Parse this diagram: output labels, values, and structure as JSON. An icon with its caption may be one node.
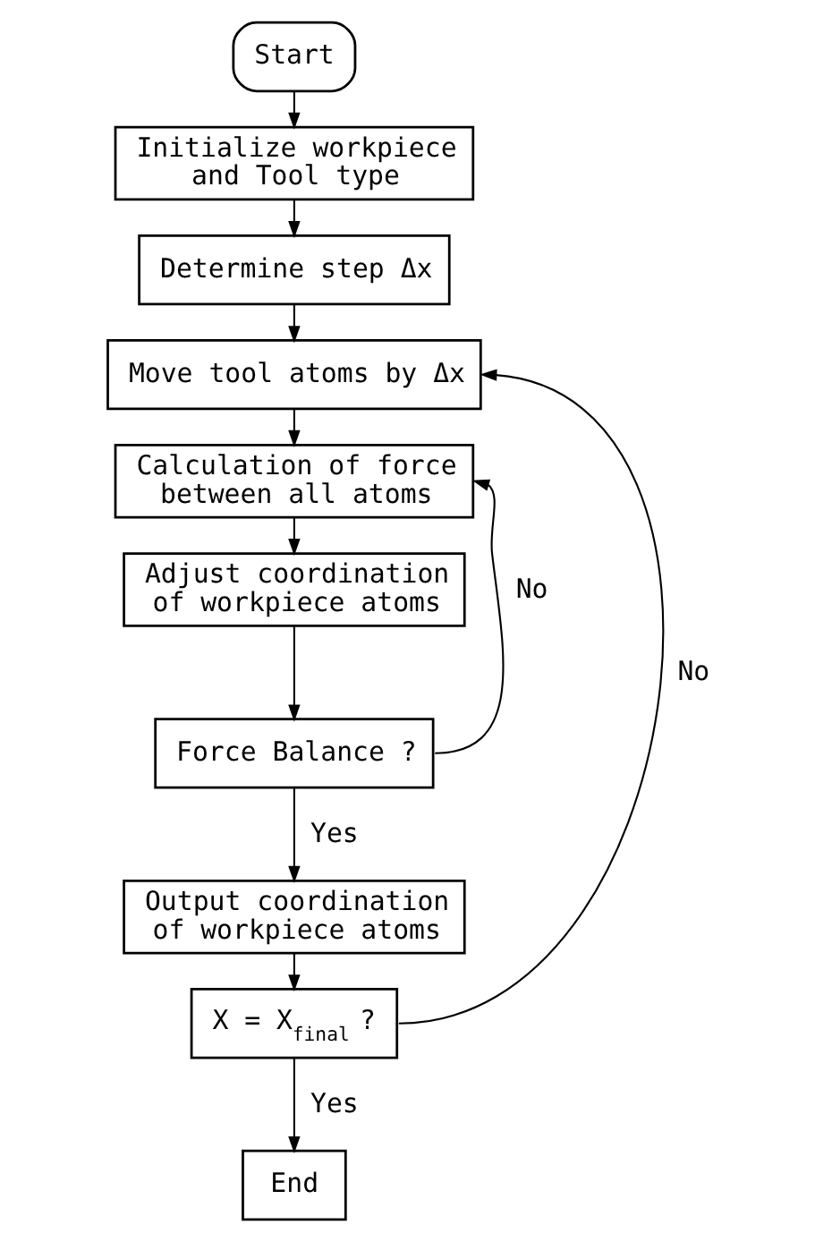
{
  "diagram": {
    "nodes": [
      {
        "text": [
          "Start"
        ]
      },
      {
        "text": [
          "Initialize workpiece and Tool type"
        ]
      },
      {
        "text": [
          "Determine step Δx"
        ]
      },
      {
        "text": [
          "Move tool atoms by Δx"
        ]
      },
      {
        "text": [
          "Calculation of force between all atoms"
        ]
      },
      {
        "text": [
          "Adjust coordination of workpiece atoms"
        ]
      },
      {
        "text": [
          "Force Balance ?"
        ]
      },
      {
        "text": [
          "Output coordination of workpiece atoms"
        ]
      },
      {
        "text": [
          "X = X$_{final}$ ?"
        ]
      },
      {
        "text": [
          "End"
        ]
      }
    ],
    "edges": [
      {
        "from": 0,
        "to": 1,
        "arrow": "to"
      },
      {
        "from": 1,
        "to": 2,
        "arrow": "to"
      },
      {
        "from": 2,
        "to": 3,
        "arrow": "to"
      },
      {
        "from": 3,
        "to": 4,
        "arrow": "to"
      },
      {
        "from": 4,
        "to": 5,
        "arrow": "to"
      },
      {
        "from": 5,
        "to": 6,
        "arrow": "to"
      },
      {
        "from": 6,
        "to": 4,
        "label": "No",
        "arrow": "to"
      },
      {
        "from": 6,
        "to": 7,
        "label": "Yes",
        "arrow": "to"
      },
      {
        "from": 7,
        "to": 8,
        "arrow": "to"
      },
      {
        "from": 8,
        "to": 3,
        "label": "No",
        "arrow": "to"
      },
      {
        "from": 8,
        "to": 9,
        "label": "Yes",
        "arrow": "to"
      }
    ]
  }
}
